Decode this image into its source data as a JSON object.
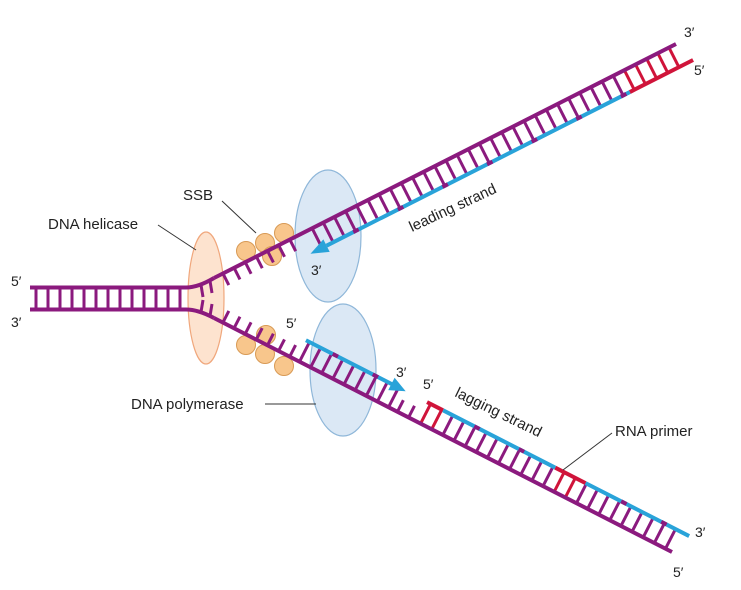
{
  "labels": {
    "ssb": "SSB",
    "dna_helicase": "DNA helicase",
    "dna_polymerase": "DNA polymerase",
    "leading_strand": "leading strand",
    "lagging_strand": "lagging strand",
    "rna_primer": "RNA primer"
  },
  "strand_ends": {
    "left_top": "5′",
    "left_bottom": "3′",
    "top_right_upper": "3′",
    "top_right_lower": "5′",
    "leading_new_end": "3′",
    "lagging_fragment_start": "5′",
    "lagging_fragment_end": "3′",
    "lagging_next_fragment_start": "5′",
    "bottom_right_upper": "3′",
    "bottom_right_lower": "5′"
  },
  "colors": {
    "parental_strand": "#8b1a7e",
    "new_dna": "#29a3d9",
    "rna_primer": "#d0143a",
    "helicase_fill": "#fde3cf",
    "helicase_stroke": "#f0a77c",
    "polymerase_fill": "#dbe8f5",
    "polymerase_stroke": "#8fb7d9",
    "ssb_fill": "#f8c68c",
    "ssb_stroke": "#d89a55",
    "leader_line": "#333333"
  }
}
